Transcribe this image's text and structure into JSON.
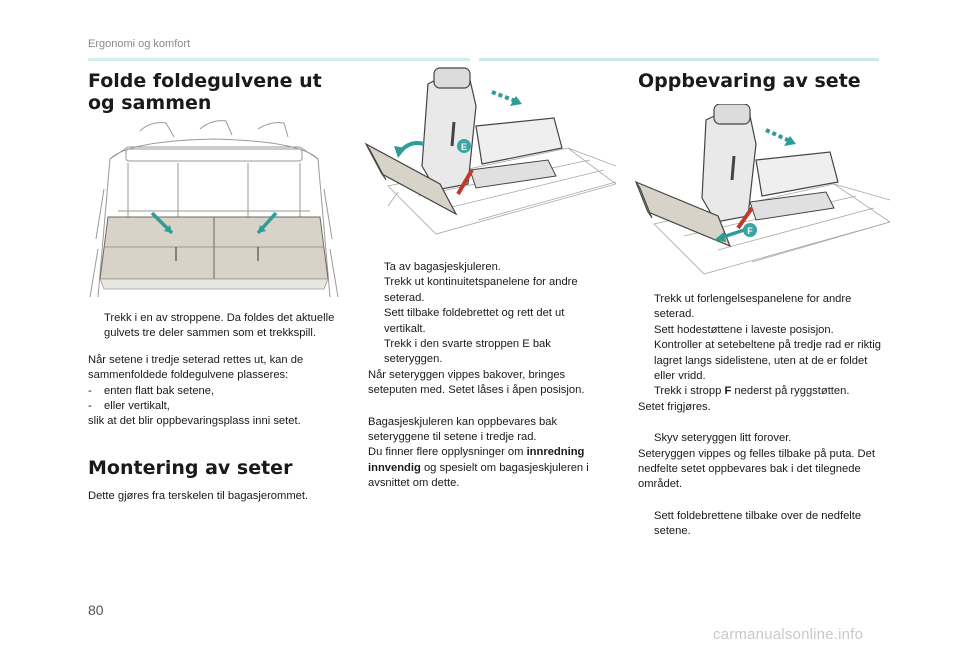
{
  "header": {
    "section": "Ergonomi og komfort"
  },
  "colors": {
    "accent": "#3aa6a3",
    "arrow": "#2f9c97",
    "strap": "#c0392b"
  },
  "left": {
    "title": "Folde foldegulvene ut og sammen",
    "bullet1": "Trekk i en av stroppene. Da foldes det aktuelle gulvets tre deler sammen som et trekkspill.",
    "para1": "Når setene i tredje seterad rettes ut, kan de sammenfoldede foldegulvene plasseres:",
    "dash1": "enten flatt bak setene,",
    "dash2": "eller vertikalt,",
    "para2": "slik at det blir oppbevaringsplass inni setet.",
    "title2": "Montering av seter",
    "para3": "Dette gjøres fra terskelen til bagasjerommet."
  },
  "middle": {
    "fig_label": "E",
    "b1": "Ta av bagasjeskjuleren.",
    "b2": "Trekk ut kontinuitetspanelene for andre seterad.",
    "b3": "Sett tilbake foldebrettet og rett det ut vertikalt.",
    "b4": "Trekk i den svarte stroppen E bak seteryggen.",
    "para1": "Når seteryggen vippes bakover, bringes seteputen med. Setet låses i åpen posisjon.",
    "para2_a": "Bagasjeskjuleren kan oppbevares bak seteryggene til setene i tredje rad.",
    "para2_b": "Du finner flere opplysninger om ",
    "para2_bold": "innredning innvendig",
    "para2_c": " og spesielt om bagasjeskjuleren i avsnittet om dette."
  },
  "right": {
    "title": "Oppbevaring av sete",
    "fig_label": "F",
    "b1": "Trekk ut forlengelsespanelene for andre seterad.",
    "b2": "Sett hodestøttene i laveste posisjon.",
    "b3": "Kontroller at setebeltene på tredje rad er riktig lagret langs sidelistene, uten at de er foldet eller vridd.",
    "b4_a": "Trekk i stropp ",
    "b4_bold": "F",
    "b4_b": " nederst på ryggstøtten.",
    "para1": "Setet frigjøres.",
    "b5": "Skyv seteryggen litt forover.",
    "para2": "Seteryggen vippes og felles tilbake på puta. Det nedfelte setet oppbevares bak i det tilegnede området.",
    "b6": "Sett foldebrettene tilbake over de nedfelte setene."
  },
  "footer": {
    "page": "80",
    "watermark": "carmanualsonline.info"
  },
  "glyphs": {
    "bullet": "",
    "dash": "-"
  }
}
